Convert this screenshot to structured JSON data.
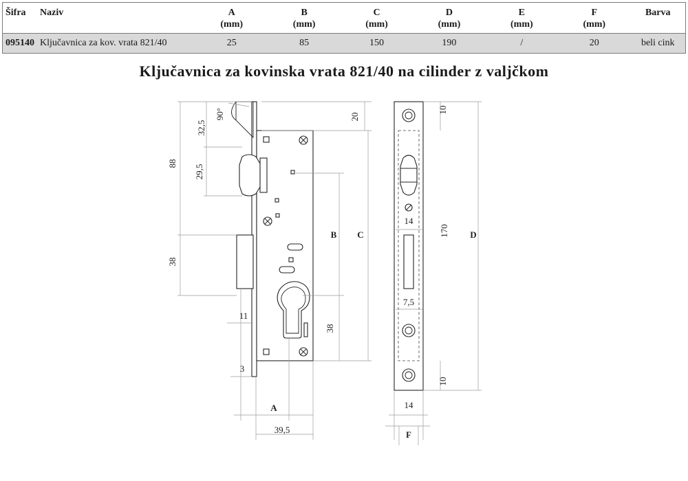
{
  "table": {
    "headers": {
      "code": "Šifra",
      "name": "Naziv",
      "a": [
        "A",
        "(mm)"
      ],
      "b": [
        "B",
        "(mm)"
      ],
      "c": [
        "C",
        "(mm)"
      ],
      "d": [
        "D",
        "(mm)"
      ],
      "e": [
        "E",
        "(mm)"
      ],
      "f": [
        "F",
        "(mm)"
      ],
      "color": "Barva"
    },
    "row": {
      "code": "095140",
      "name": "Ključavnica za kov. vrata 821/40",
      "a": "25",
      "b": "85",
      "c": "150",
      "d": "190",
      "e": "/",
      "f": "20",
      "color": "beli cink"
    }
  },
  "diagram": {
    "title": "Ključavnica za kovinska vrata 821/40 na cilinder z valjčkom",
    "dims": {
      "d32_5": "32,5",
      "d90": "90°",
      "d88": "88",
      "d29_5": "29,5",
      "d38_left": "38",
      "d11": "11",
      "d3": "3",
      "dA": "A",
      "d39_5": "39,5",
      "d20": "20",
      "dB": "B",
      "dC": "C",
      "d38_mid": "38",
      "d10_top": "10",
      "d14_slot": "14",
      "d7_5": "7,5",
      "d170": "170",
      "d10_bottom": "10",
      "d14_plate": "14",
      "dF": "F",
      "dD": "D"
    }
  }
}
